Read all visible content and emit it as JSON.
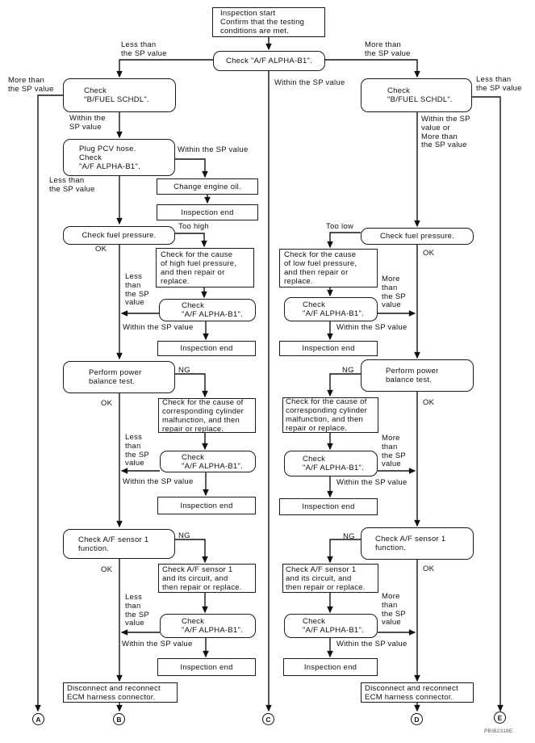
{
  "watermark": "PBIB2318E",
  "terminals": {
    "a": "A",
    "b": "B",
    "c": "C",
    "d": "D",
    "e": "E"
  },
  "shared": {
    "check_af_inline": "Check \"A/F ALPHA-B1\".",
    "check": "Check",
    "af_alpha": "\"A/F ALPHA-B1\".",
    "bfuel_1": "Check",
    "bfuel_2": "\"B/FUEL SCHDL\".",
    "check_fuel_pressure": "Check fuel pressure.",
    "power_1": "Perform power",
    "power_2": "balance test.",
    "sensor_1": "Check A/F sensor 1",
    "sensor_2": "function.",
    "cause_cyl_1": "Check for the cause of",
    "cause_cyl_2": "corresponding cylinder",
    "cause_cyl_3": "malfunction, and then",
    "cause_cyl_4": "repair or replace.",
    "sensor_fix_1": "Check A/F sensor 1",
    "sensor_fix_2": "and its circuit, and",
    "sensor_fix_3": "then repair or replace.",
    "ecm_1": "Disconnect and reconnect",
    "ecm_2": "ECM harness connector.",
    "inspection_end": "Inspection end",
    "within_sp": "Within the SP value",
    "within_1": "Within the",
    "within_2": "SP value",
    "less_than_1": "Less than",
    "less_than_2": "the SP value",
    "more_than_1": "More than",
    "more_than_2": "the SP value",
    "less_st_1": "Less",
    "less_st_2": "than",
    "less_st_3": "the SP",
    "less_st_4": "value",
    "more_st_1": "More",
    "more_st_2": "than",
    "more_st_3": "the SP",
    "more_st_4": "value",
    "ok": "OK",
    "ng": "NG"
  },
  "top": {
    "start_1": "Inspection start",
    "start_2": "Confirm that the testing",
    "start_3": "conditions are met."
  },
  "left": {
    "plug_1": "Plug PCV hose.",
    "plug_2": "Check",
    "plug_3": "\"A/F ALPHA-B1\".",
    "change_oil": "Change engine oil.",
    "too_high": "Too high",
    "cause_hi_1": "Check for the cause",
    "cause_hi_2": "of high fuel pressure,",
    "cause_hi_3": "and then repair or",
    "cause_hi_4": "replace."
  },
  "right": {
    "too_low": "Too low",
    "cause_lo_1": "Check for the cause",
    "cause_lo_2": "of low fuel pressure,",
    "cause_lo_3": "and then repair or",
    "cause_lo_4": "replace.",
    "within_or_1": "Within the SP",
    "within_or_2": "value or",
    "within_or_3": "More than",
    "within_or_4": "the SP value"
  }
}
